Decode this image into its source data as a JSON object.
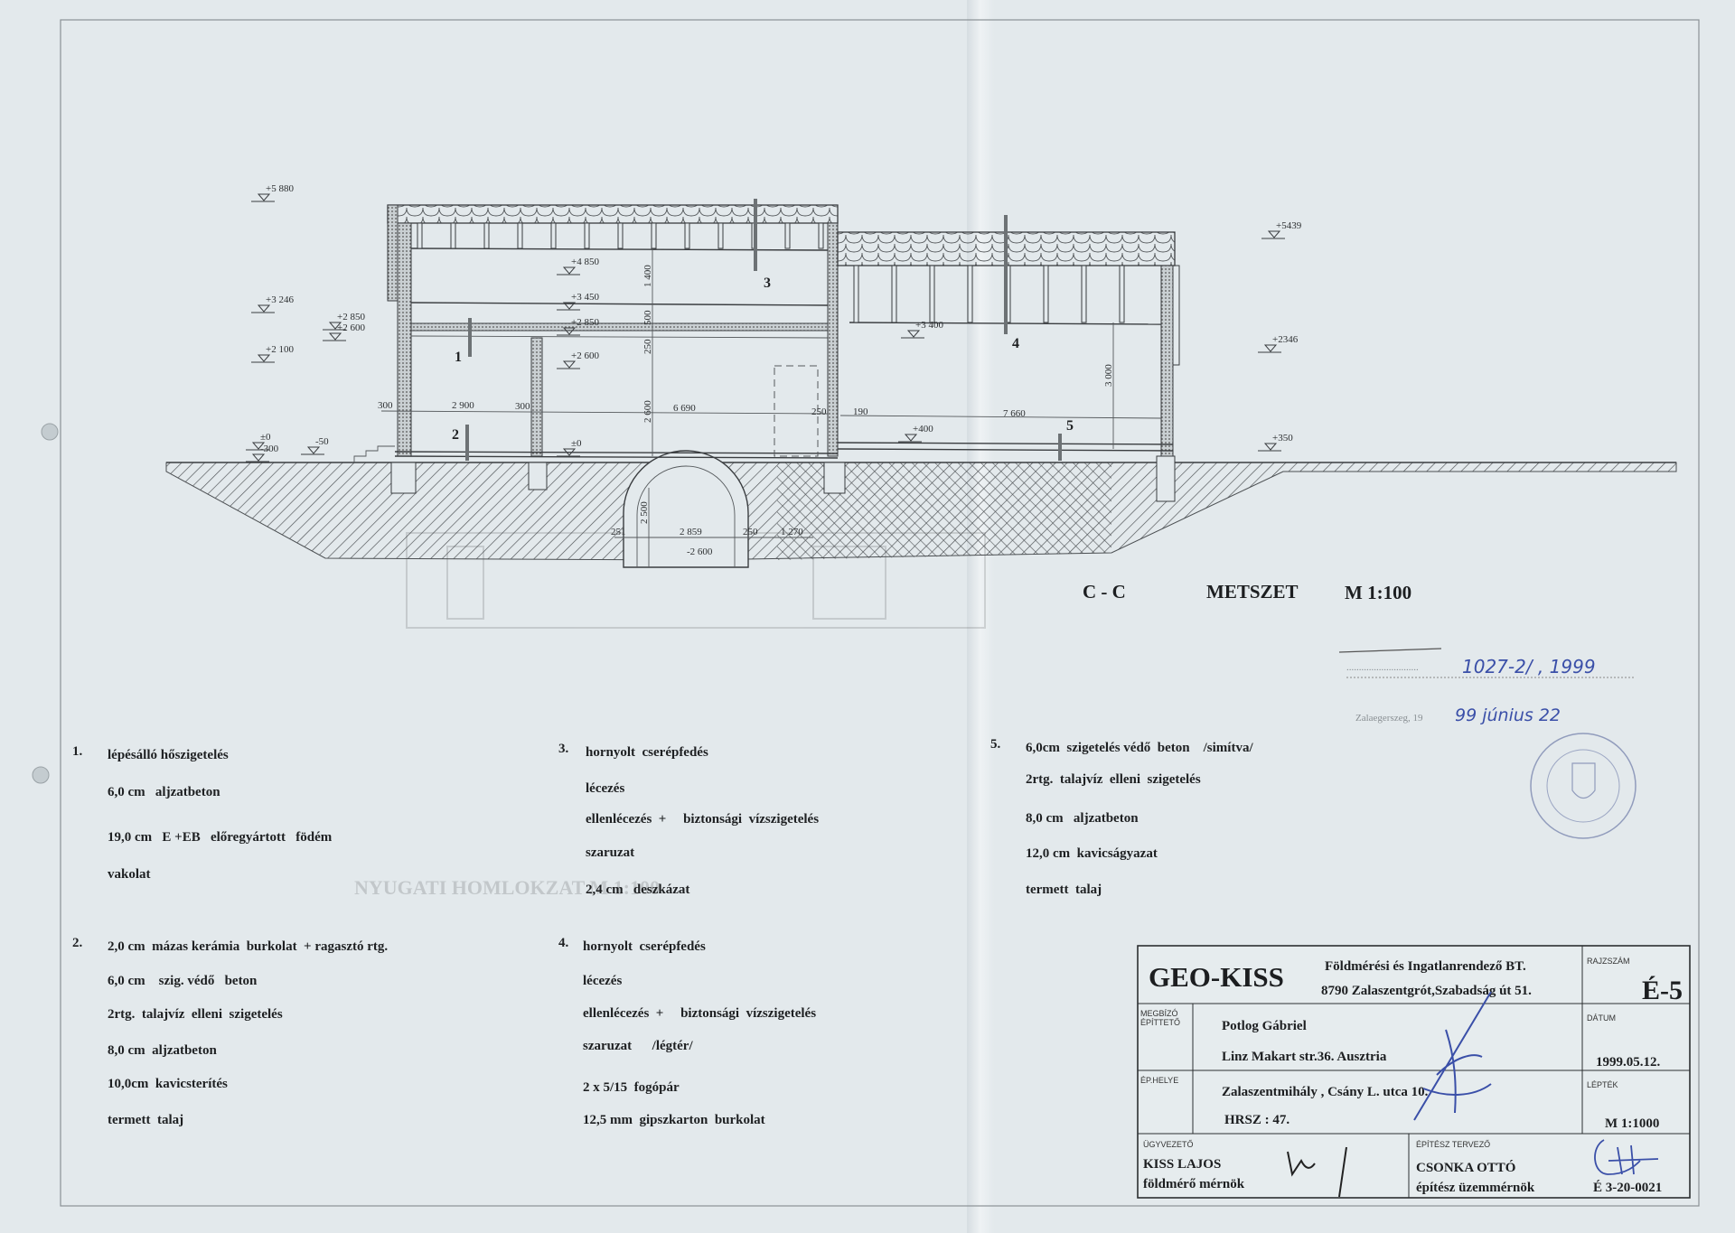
{
  "drawing": {
    "title_section": "C - C",
    "title_label": "METSZET",
    "title_scale": "M 1:100",
    "ghost_title": "NYUGATI HOMLOKZAT M 1:100",
    "levels": [
      "+5 880",
      "+3 246",
      "+2 850",
      "+2 600",
      "+2 100",
      "±0",
      "-300",
      "-50",
      "+4 850",
      "+3 450",
      "+2 850",
      "+2 600",
      "±0",
      "+3 400",
      "+400",
      "+5439",
      "+2346",
      "+350"
    ],
    "dimensions": [
      "300",
      "2 900",
      "300",
      "6 690",
      "250",
      "190",
      "7 660",
      "1 400",
      "500",
      "250",
      "2 600",
      "3 000",
      "2 500",
      "251",
      "2 859",
      "250",
      "1 270",
      "-2 600"
    ],
    "rooms": [
      "1",
      "2",
      "3",
      "4",
      "5"
    ]
  },
  "notes": [
    {
      "number": "1.",
      "lines": [
        "lépésálló hőszigetelés",
        "6,0 cm   aljzatbeton",
        "19,0 cm   E +EB   előregyártott   födém",
        "vakolat"
      ]
    },
    {
      "number": "2.",
      "lines": [
        "2,0 cm  mázas kerámia  burkolat  + ragasztó rtg.",
        "6,0 cm    szig. védő   beton",
        "2rtg.  talajvíz  elleni  szigetelés",
        "8,0 cm  aljzatbeton",
        "10,0cm  kavicsterítés",
        "termett  talaj"
      ]
    },
    {
      "number": "3.",
      "lines": [
        "hornyolt  cserépfedés",
        "lécezés",
        "ellenlécezés  +     biztonsági  vízszigetelés",
        "szaruzat",
        "2,4 cm   deszkázat"
      ]
    },
    {
      "number": "4.",
      "lines": [
        "hornyolt  cserépfedés",
        "lécezés",
        "ellenlécezés  +     biztonsági  vízszigetelés",
        "szaruzat      /légtér/",
        "2 x 5/15  fogópár",
        "12,5 mm  gipszkarton  burkolat"
      ]
    },
    {
      "number": "5.",
      "lines": [
        "6,0cm  szigetelés védő  beton    /simítva/",
        "2rtg.  talajvíz  elleni  szigetelés",
        "8,0 cm   aljzatbeton",
        "12,0 cm  kavicságyazat",
        "termett  talaj"
      ]
    }
  ],
  "approval_stamp": {
    "number": "1027-2/ , 1999",
    "place": "Zalaegerszeg, 19",
    "date": "99 június 22"
  },
  "title_block": {
    "company": "GEO-KISS",
    "company_desc": "Földmérési és Ingatlanrendező BT.",
    "company_address": "8790 Zalaszentgrót,Szabadság út 51.",
    "drawing_no_label": "RAJZSZÁM",
    "drawing_no": "É-5",
    "client_label_1": "MEGBÍZÓ",
    "client_label_2": "ÉPÍTTETŐ",
    "client_name": "Potlog  Gábriel",
    "client_address": "Linz Makart str.36. Ausztria",
    "date_label": "DÁTUM",
    "date": "1999.05.12.",
    "site_label": "ÉP.HELYE",
    "site_address": "Zalaszentmihály ,  Csány  L.  utca  10.",
    "hrsz": "HRSZ  :   47.",
    "scale_label": "LÉPTÉK",
    "scale": "M  1:1000",
    "manager_label": "ÜGYVEZETŐ",
    "manager_name": "KISS  LAJOS",
    "manager_title": "földmérő  mérnök",
    "architect_label": "ÉPÍTÉSZ TERVEZŐ",
    "architect_name": "CSONKA  OTTÓ",
    "architect_title": "építész  üzemmérnök",
    "architect_reg": "É  3-20-0021"
  },
  "colors": {
    "paper": "#e3e9ec",
    "ink": "#2c2f31",
    "signature": "#3a4fa8"
  }
}
